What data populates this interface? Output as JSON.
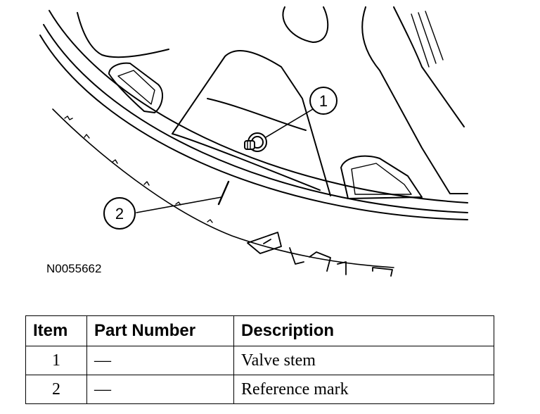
{
  "figure": {
    "figure_id": "N0055662",
    "callouts": [
      {
        "number": "1",
        "target": "Valve stem"
      },
      {
        "number": "2",
        "target": "Reference mark"
      }
    ]
  },
  "parts_table": {
    "headers": [
      "Item",
      "Part Number",
      "Description"
    ],
    "rows": [
      {
        "item": "1",
        "part_number": "—",
        "description": "Valve stem"
      },
      {
        "item": "2",
        "part_number": "—",
        "description": "Reference mark"
      }
    ]
  }
}
